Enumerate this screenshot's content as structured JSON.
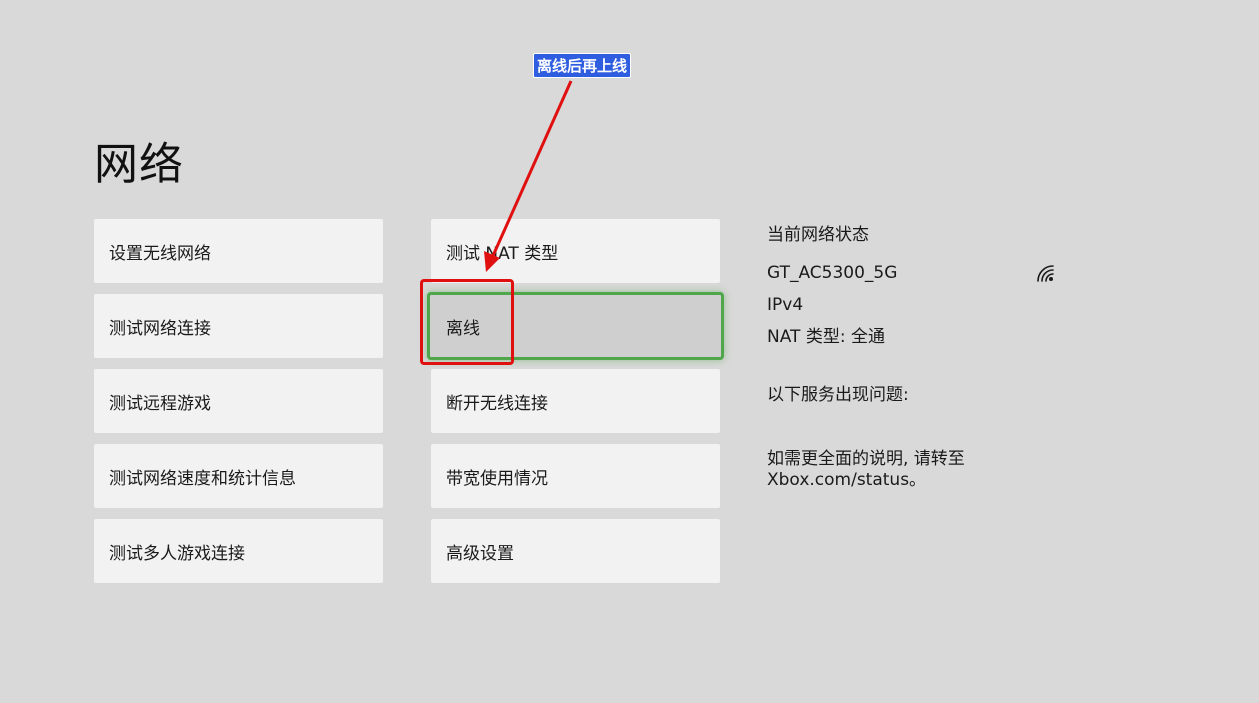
{
  "page": {
    "title": "网络"
  },
  "menu_left": [
    {
      "label": "设置无线网络"
    },
    {
      "label": "测试网络连接"
    },
    {
      "label": "测试远程游戏"
    },
    {
      "label": "测试网络速度和统计信息"
    },
    {
      "label": "测试多人游戏连接"
    }
  ],
  "menu_mid": [
    {
      "label": "测试 NAT 类型"
    },
    {
      "label": "离线",
      "focused": true
    },
    {
      "label": "断开无线连接"
    },
    {
      "label": "带宽使用情况"
    },
    {
      "label": "高级设置"
    }
  ],
  "status": {
    "heading": "当前网络状态",
    "ssid": "GT_AC5300_5G",
    "signal_icon": "wifi-signal-icon",
    "protocol": "IPv4",
    "nat": "NAT 类型: 全通",
    "issues_label": "以下服务出现问题:",
    "more_info": "如需更全面的说明, 请转至 Xbox.com/status。"
  },
  "annotation": {
    "label": "离线后再上线",
    "color": "#e01010",
    "label_bg": "#2f5de0"
  },
  "colors": {
    "background": "#d9d9d9",
    "tile": "#f2f2f2",
    "tile_focused": "#cfcfcf",
    "focus_ring": "#4fa64b"
  }
}
